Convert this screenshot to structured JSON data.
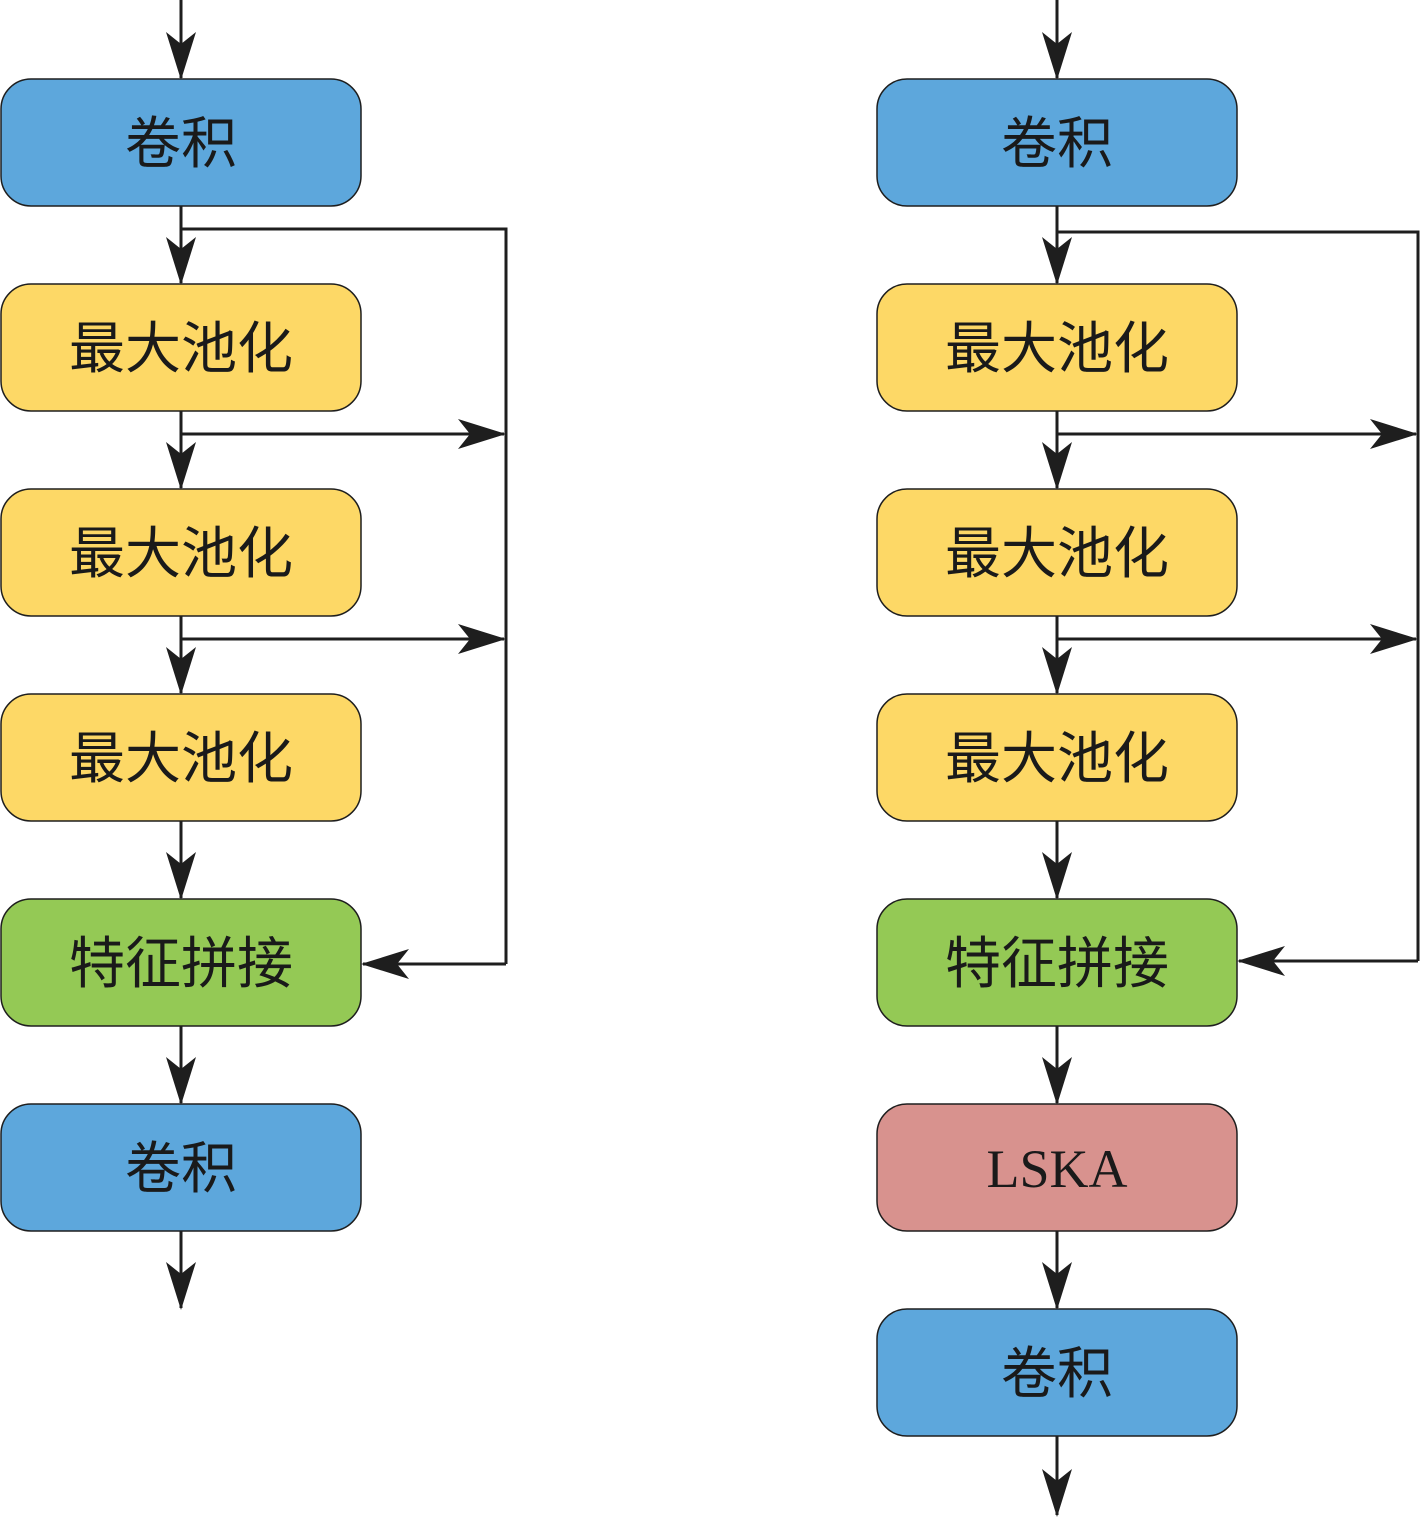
{
  "colors": {
    "conv": "#5DA7DC",
    "pool": "#FDD866",
    "concat": "#94C955",
    "lska": "#D8928E",
    "line": "#1E1E1E"
  },
  "left": {
    "conv_top": "卷积",
    "pool_1": "最大池化",
    "pool_2": "最大池化",
    "pool_3": "最大池化",
    "concat": "特征拼接",
    "conv_bottom": "卷积"
  },
  "right": {
    "conv_top": "卷积",
    "pool_1": "最大池化",
    "pool_2": "最大池化",
    "pool_3": "最大池化",
    "concat": "特征拼接",
    "lska": "LSKA",
    "conv_bottom": "卷积"
  }
}
